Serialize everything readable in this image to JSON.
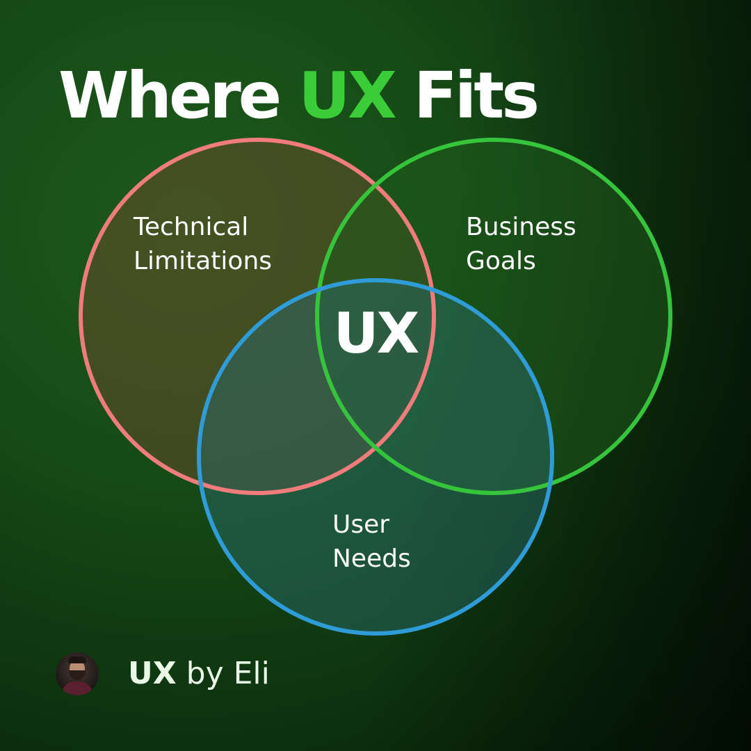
{
  "title": {
    "prefix": "Where",
    "highlight": "UX",
    "suffix": "Fits"
  },
  "diagram": {
    "circles": [
      {
        "id": "technical",
        "label": "Technical\nLimitations",
        "stroke": "#f07c7c",
        "fill": "#6b4a2a"
      },
      {
        "id": "business",
        "label": "Business\nGoals",
        "stroke": "#36c43c",
        "fill": "#1f5a1c"
      },
      {
        "id": "user",
        "label": "User\nNeeds",
        "stroke": "#2f9cd8",
        "fill": "#2a6b6b"
      }
    ],
    "center_label": "UX"
  },
  "footer": {
    "brand": "UX",
    "text": "by Eli"
  },
  "colors": {
    "accent": "#3bcc3a",
    "text": "#ffffff"
  }
}
